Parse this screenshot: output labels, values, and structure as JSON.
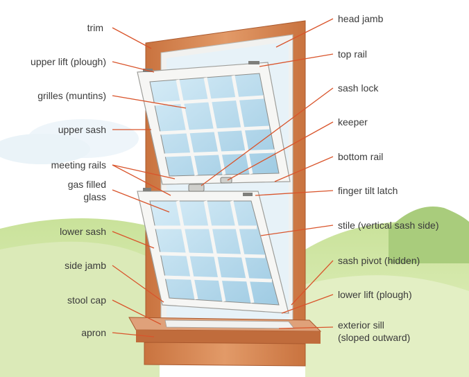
{
  "labels_left": {
    "trim": "trim",
    "upper_lift": "upper lift (plough)",
    "grilles": "grilles (muntins)",
    "upper_sash": "upper sash",
    "meeting_rails": "meeting rails",
    "gas_filled_line1": "gas filled",
    "gas_filled_line2": "glass",
    "lower_sash": "lower sash",
    "side_jamb": "side jamb",
    "stool_cap": "stool cap",
    "apron": "apron"
  },
  "labels_right": {
    "head_jamb": "head jamb",
    "top_rail": "top rail",
    "sash_lock": "sash lock",
    "keeper": "keeper",
    "bottom_rail": "bottom rail",
    "finger_tilt_latch": "finger tilt latch",
    "stile": "stile (vertical sash side)",
    "sash_pivot": "sash pivot (hidden)",
    "lower_lift": "lower lift (plough)",
    "exterior_sill_line1": "exterior sill",
    "exterior_sill_line2": "(sloped outward)"
  },
  "colors": {
    "leader_line": "#d9542b",
    "trim_wood": "#d98a5a",
    "trim_wood_dark": "#b8653a",
    "sash_frame": "#f4f4f2",
    "glass": "#b9dcee",
    "sky": "#dff0f8",
    "grass": "#b9d88a",
    "label_text": "#3a3a3a"
  }
}
